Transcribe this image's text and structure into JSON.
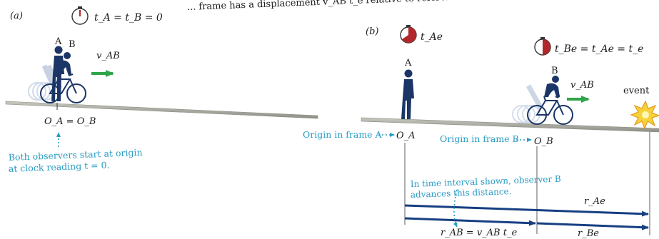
{
  "top_caption": "... frame has a displacement v_AB t_e relative to reference frame A.",
  "panel_a": {
    "label": "(a)",
    "clock_equation": "t_A = t_B = 0",
    "observer_a": "A",
    "observer_b": "B",
    "velocity_label": "v_AB",
    "origin_label": "O_A = O_B",
    "note_line1": "Both observers start at origin",
    "note_line2": "at clock reading t = 0."
  },
  "panel_b": {
    "label": "(b)",
    "clock_a_label": "t_Ae",
    "clock_b_equation": "t_Be = t_Ae = t_e",
    "observer_a": "A",
    "observer_b": "B",
    "velocity_label": "v_AB",
    "event_label": "event",
    "origin_a_caption": "Origin in frame A",
    "origin_b_caption": "Origin in frame B",
    "origin_a_label": "O_A",
    "origin_b_label": "O_B",
    "vector_r_ae": "r_Ae",
    "vector_r_ab_eq": "r_AB = v_AB t_e",
    "vector_r_be": "r_Be",
    "note_line1": "In time interval shown, observer B",
    "note_line2": "advances this distance."
  },
  "colors": {
    "annotation": "#2a9cc4",
    "vector": "#163f83",
    "velocity_arrow": "#2fa54a",
    "ground": "#9c9c94",
    "clock_fill": "#b1272c",
    "figure": "#1b3566"
  }
}
